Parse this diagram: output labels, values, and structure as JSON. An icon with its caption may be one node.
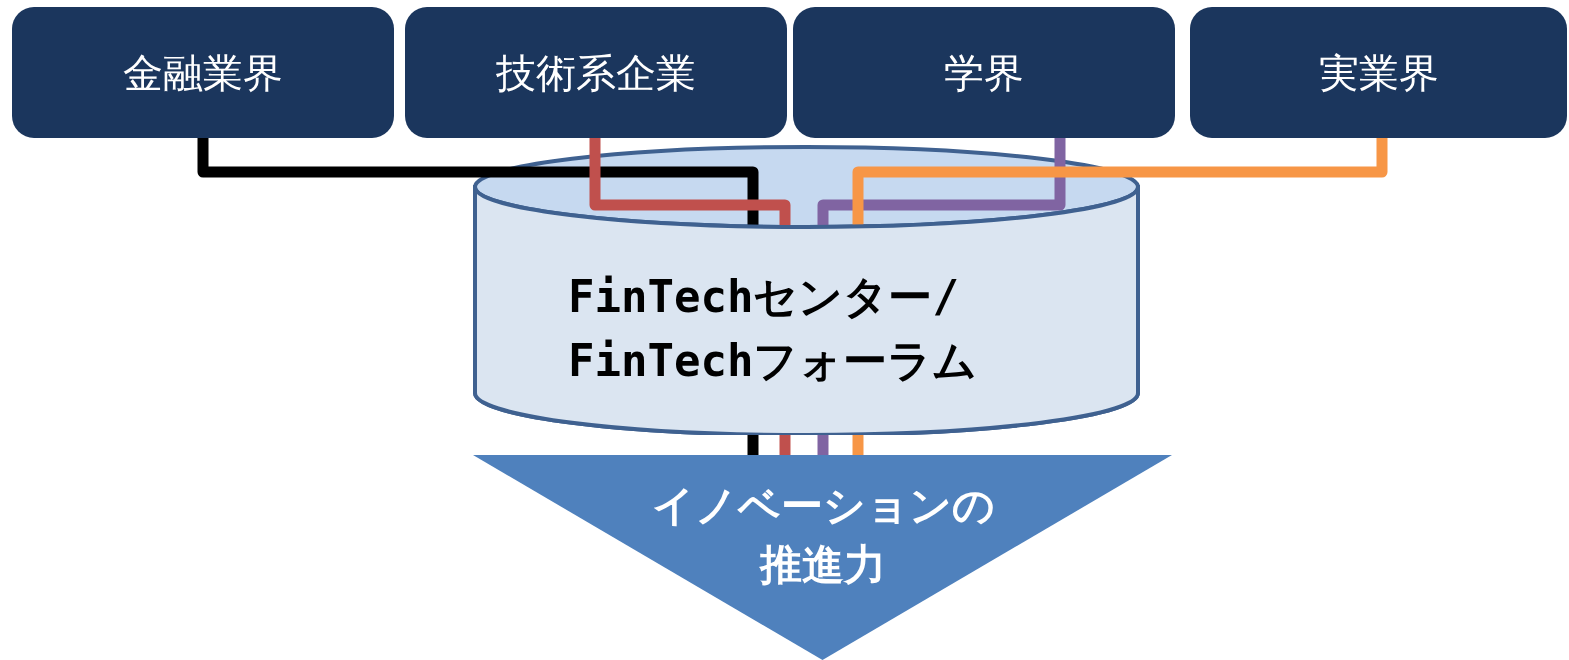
{
  "diagram": {
    "nodes": [
      {
        "text": [
          "金融業界"
        ]
      },
      {
        "text": [
          "技術系企業"
        ]
      },
      {
        "text": [
          "学界"
        ]
      },
      {
        "text": [
          "実業界"
        ]
      },
      {
        "text": [
          "FinTechセンター/FinTechフォーラム"
        ]
      },
      {
        "text": [
          "イノベーションの推進力"
        ]
      }
    ],
    "edges": [
      {
        "from": 0,
        "to": 4,
        "arrow": "none",
        "color": "#000000"
      },
      {
        "from": 1,
        "to": 4,
        "arrow": "none",
        "color": "#c0504d"
      },
      {
        "from": 2,
        "to": 4,
        "arrow": "none",
        "color": "#8064a2"
      },
      {
        "from": 3,
        "to": 4,
        "arrow": "none",
        "color": "#f79646"
      },
      {
        "from": 4,
        "to": 5,
        "arrow": "none",
        "color": "#000000"
      },
      {
        "from": 4,
        "to": 5,
        "arrow": "none",
        "color": "#c0504d"
      },
      {
        "from": 4,
        "to": 5,
        "arrow": "none",
        "color": "#8064a2"
      },
      {
        "from": 4,
        "to": 5,
        "arrow": "none",
        "color": "#f79646"
      }
    ]
  }
}
